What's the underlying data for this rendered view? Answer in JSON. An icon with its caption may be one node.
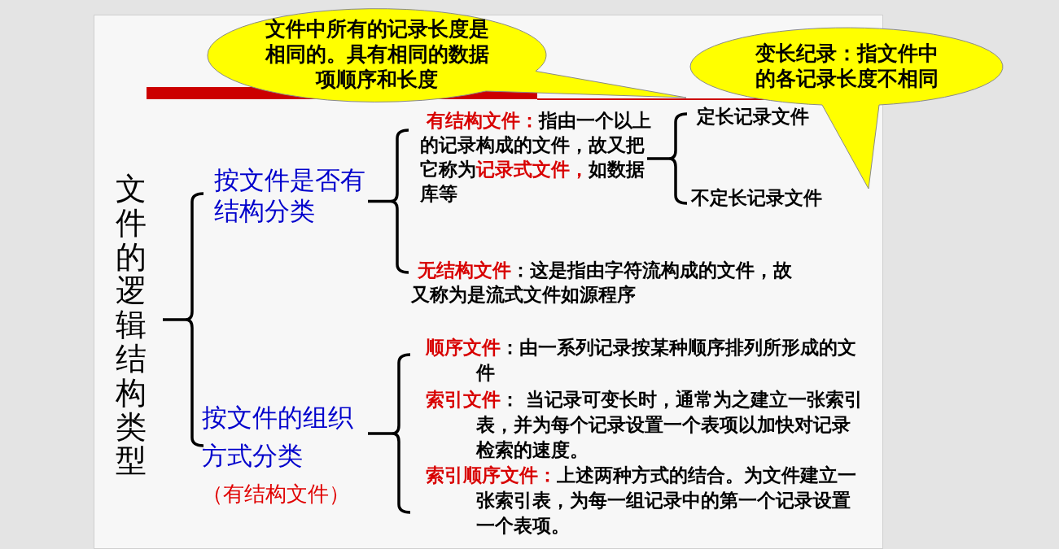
{
  "diagram": {
    "nodes": [
      {
        "text": [
          "文件中所有的记录长度是相同的。具有相同的数据项顺序和长度"
        ]
      },
      {
        "text": [
          "变长纪录：指文件中的各记录长度不相同"
        ]
      },
      {
        "text": [
          "文件的逻辑结构类型"
        ]
      },
      {
        "text": [
          "按文件是否有结构分类"
        ]
      },
      {
        "text": [
          "有结构文件：",
          "指由一个以上的记录构成的文件，故又把它称为",
          "记录式文件，",
          "如数据库等"
        ]
      },
      {
        "text": [
          "定长记录文件"
        ]
      },
      {
        "text": [
          "不定长记录文件"
        ]
      },
      {
        "text": [
          "无结构文件",
          "：这是指由字符流构成的文件，故又称为是流式文件如源程序"
        ]
      },
      {
        "text": [
          "按文件的组织方式分类",
          "（有结构文件）"
        ]
      },
      {
        "text": [
          "顺序文件",
          "：由一系列记录按某种顺序排列所形成的文件"
        ]
      },
      {
        "text": [
          "索引文件",
          "： 当记录可变长时，通常为之建立一张索引表，并为每个记录设置一个表项以加快对记录检索的速度。"
        ]
      },
      {
        "text": [
          "索引顺序文件：",
          "上述两种方式的结合。为文件建立一张索引表，为每一组记录中的第一个记录设置一个表项。"
        ]
      }
    ]
  }
}
